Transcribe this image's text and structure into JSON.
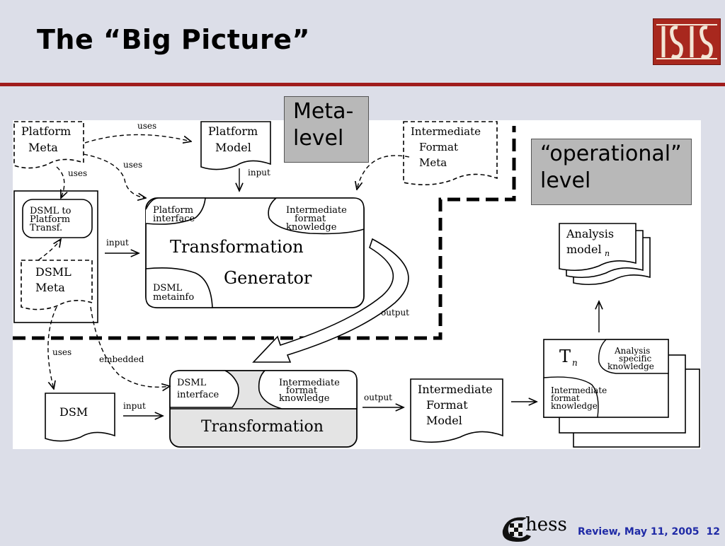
{
  "slide": {
    "title": "The “Big Picture”",
    "footer_text": "Review, May 11, 2005",
    "page_number": "12",
    "chess_logo_text": "hess"
  },
  "callouts": {
    "meta_level_line1": "Meta-",
    "meta_level_line2": "level",
    "operational_line1": "“operational”",
    "operational_line2": "level"
  },
  "diagram": {
    "platform_meta": [
      "Platform",
      "Meta"
    ],
    "platform_model": [
      "Platform",
      "Model"
    ],
    "intermediate_format_meta": [
      "Intermediate",
      "Format",
      "Meta"
    ],
    "dsml_to_platform": [
      "DSML to",
      "Platform",
      "Transf."
    ],
    "dsml_meta": [
      "DSML",
      "Meta"
    ],
    "generator": {
      "platform_interface": [
        "Platform",
        "interface"
      ],
      "intermediate_knowledge": [
        "Intermediate",
        "format",
        "knowledge"
      ],
      "transformation": "Transformation",
      "generator": "Generator",
      "dsml_metainfo": [
        "DSML",
        "metainfo"
      ]
    },
    "analysis_model": [
      "Analysis",
      "model"
    ],
    "analysis_model_sub": "n",
    "dsm": "DSM",
    "transformation_box": {
      "dsml_interface": [
        "DSML",
        "interface"
      ],
      "intermediate_knowledge": [
        "Intermediate",
        "format",
        "knowledge"
      ],
      "transformation": "Transformation"
    },
    "intermediate_format_model": [
      "Intermediate",
      "Format",
      "Model"
    ],
    "tn_box": {
      "t": "T",
      "t_sub": "n",
      "analysis_knowledge": [
        "Analysis",
        "specific",
        "knowledge"
      ],
      "intermediate_knowledge": [
        "Intermediate",
        "format",
        "knowledge"
      ]
    },
    "edge_labels": {
      "uses_top": "uses",
      "uses_left": "uses",
      "uses_mid": "uses",
      "input_platform_model": "input",
      "input_dsml": "input",
      "output_generator": "output",
      "uses_dsm": "uses",
      "embedded": "embedded",
      "input_dsm": "input",
      "output_transformation": "output"
    }
  },
  "colors": {
    "background": "#dcdee8",
    "rule": "#a01c1c",
    "callout_fill": "#b8b8b8",
    "transformation_fill": "#e4e4e4",
    "footer_text": "#1f2aa6"
  }
}
